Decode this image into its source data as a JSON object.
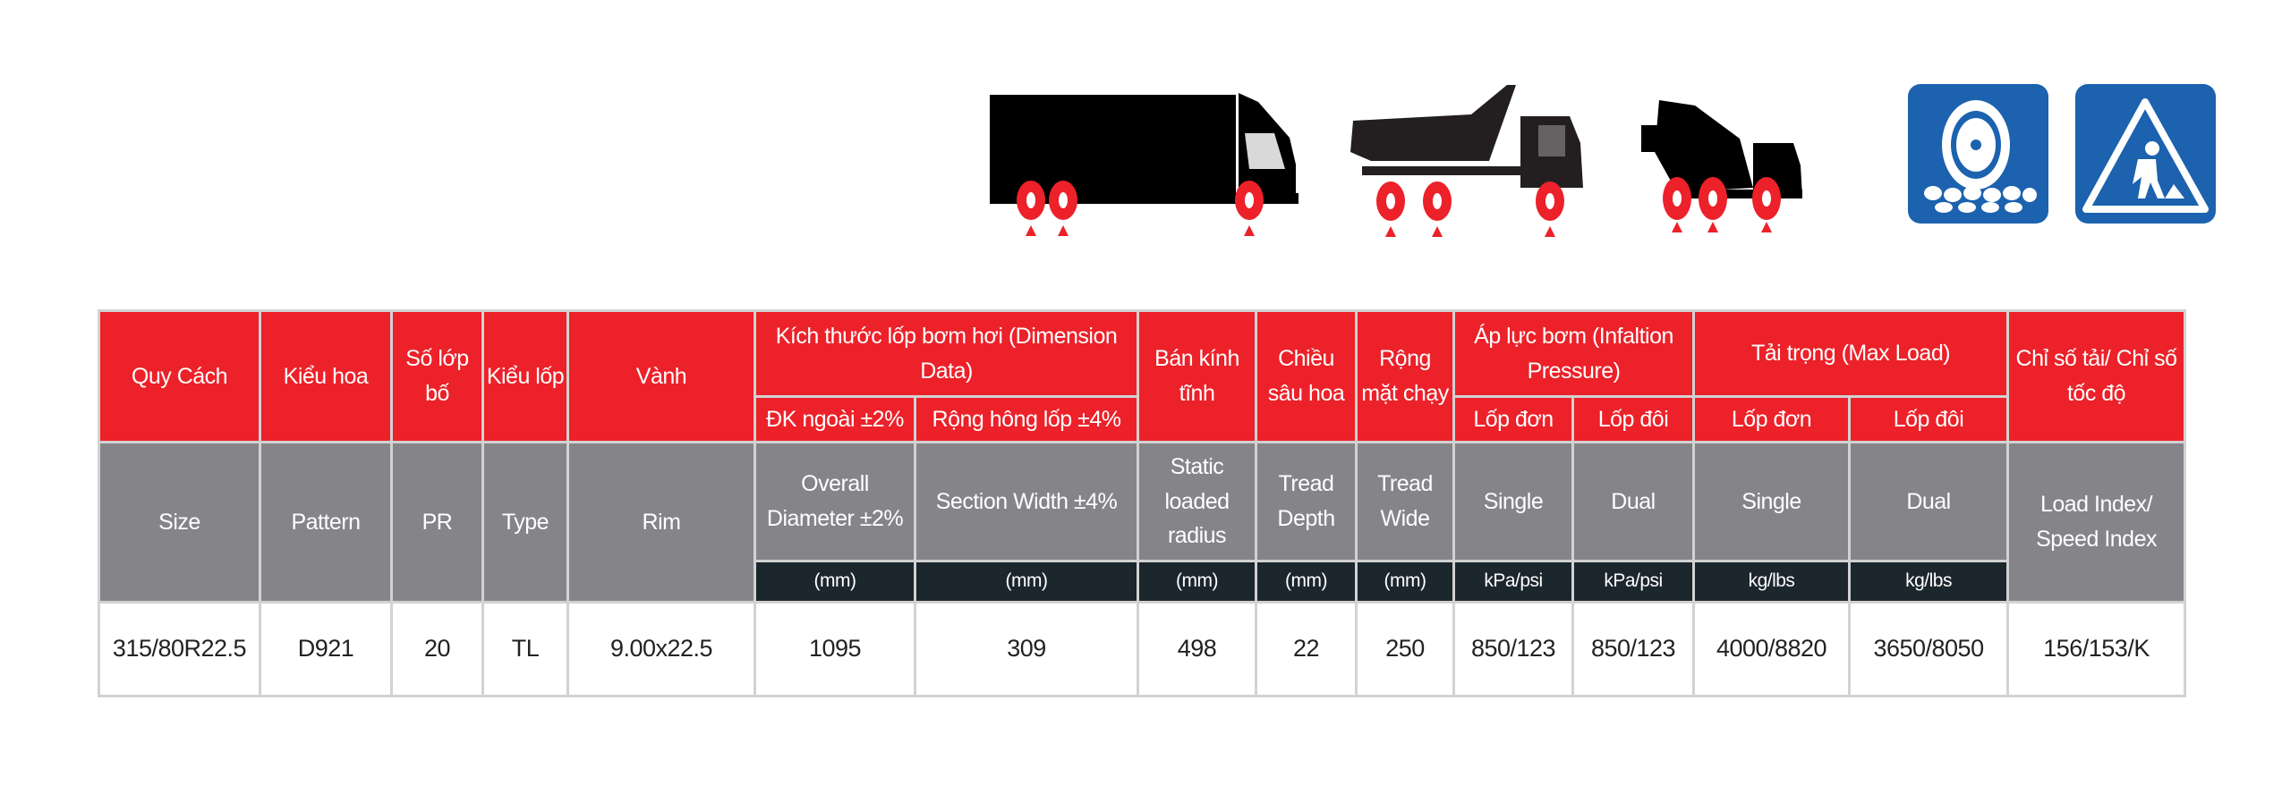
{
  "vehicles": [
    "box-truck-icon",
    "dump-truck-icon",
    "mixer-truck-icon"
  ],
  "signs": [
    "tire-on-rocks-sign-icon",
    "road-works-sign-icon"
  ],
  "colors": {
    "red": "#ec2129",
    "grey": "#858489",
    "dark": "#1b262d",
    "blue": "#1c62ae"
  },
  "table": {
    "vi": {
      "size": "Quy Cách",
      "pattern": "Kiểu hoa",
      "pr": "Số lớp bố",
      "type": "Kiểu lốp",
      "rim": "Vành",
      "dimension": "Kích thước lốp bơm hơi (Dimension Data)",
      "od": "ĐK ngoài ±2%",
      "sw": "Rộng hông lốp ±4%",
      "slr": "Bán kính tĩnh",
      "depth": "Chiều sâu hoa",
      "wide": "Rộng mặt chạy",
      "pressure": "Áp lực bơm (Infaltion Pressure)",
      "p_single": "Lốp đơn",
      "p_dual": "Lốp đôi",
      "load": "Tải trọng (Max Load)",
      "l_single": "Lốp đơn",
      "l_dual": "Lốp đôi",
      "index": "Chỉ số tải/ Chỉ số tốc độ"
    },
    "en": {
      "size": "Size",
      "pattern": "Pattern",
      "pr": "PR",
      "type": "Type",
      "rim": "Rim",
      "od": "Overall Diameter ±2%",
      "sw": "Section Width ±4%",
      "slr": "Static loaded radius",
      "depth": "Tread Depth",
      "wide": "Tread Wide",
      "p_single": "Single",
      "p_dual": "Dual",
      "l_single": "Single",
      "l_dual": "Dual",
      "index": "Load Index/ Speed Index"
    },
    "units": {
      "od": "(mm)",
      "sw": "(mm)",
      "slr": "(mm)",
      "depth": "(mm)",
      "wide": "(mm)",
      "p_single": "kPa/psi",
      "p_dual": "kPa/psi",
      "l_single": "kg/lbs",
      "l_dual": "kg/lbs"
    },
    "row": {
      "size": "315/80R22.5",
      "pattern": "D921",
      "pr": "20",
      "type": "TL",
      "rim": "9.00x22.5",
      "od": "1095",
      "sw": "309",
      "slr": "498",
      "depth": "22",
      "wide": "250",
      "p_single": "850/123",
      "p_dual": "850/123",
      "l_single": "4000/8820",
      "l_dual": "3650/8050",
      "index": "156/153/K"
    }
  }
}
